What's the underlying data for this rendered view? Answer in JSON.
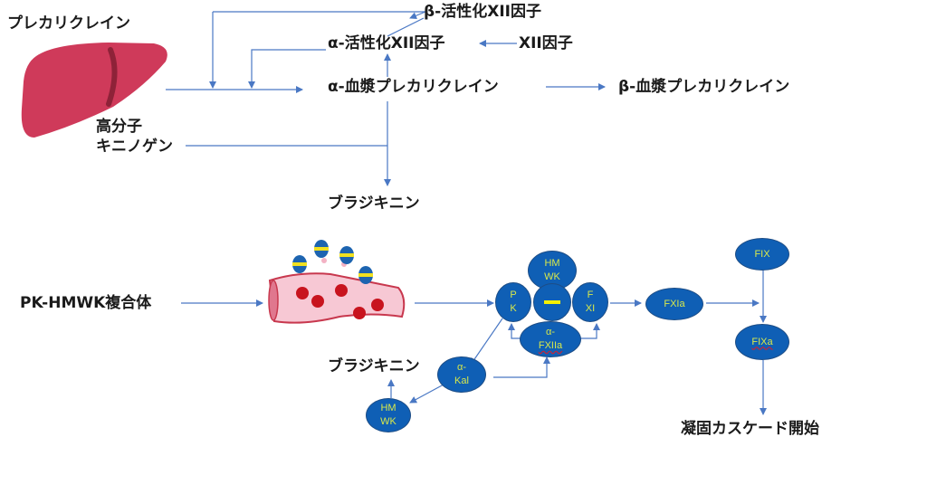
{
  "top": {
    "prekallikrein": "プレカリクレイン",
    "hmwk_line1": "高分子",
    "hmwk_line2": "キニノゲン",
    "beta_fxii": "β-活性化XII因子",
    "alpha_fxii": "α-活性化XII因子",
    "fxii": "XII因子",
    "alpha_kallikrein": "α-血漿プレカリクレイン",
    "beta_kallikrein": "β-血漿プレカリクレイン",
    "bradykinin": "ブラジキニン"
  },
  "bottom": {
    "complex": "PK-HMWK複合体",
    "bradykinin": "ブラジキニン",
    "coag_start": "凝固カスケード開始",
    "nodes": {
      "hmwk_top": [
        "HM",
        "WK"
      ],
      "pk": [
        "P",
        "K"
      ],
      "center": "—",
      "fxi": [
        "F",
        "XI"
      ],
      "fxiia": [
        "α-",
        "FXIIa"
      ],
      "fxia": "FXIa",
      "fix": "FIX",
      "fixa": "FIXa",
      "kal": [
        "α-",
        "Kal"
      ],
      "hmwk_bottom": [
        "HM",
        "WK"
      ]
    }
  },
  "colors": {
    "node_fill": "#0f5fb5",
    "node_text": "#d8e84a",
    "arrow": "#4a78c4",
    "liver": "#cf3a5a"
  }
}
